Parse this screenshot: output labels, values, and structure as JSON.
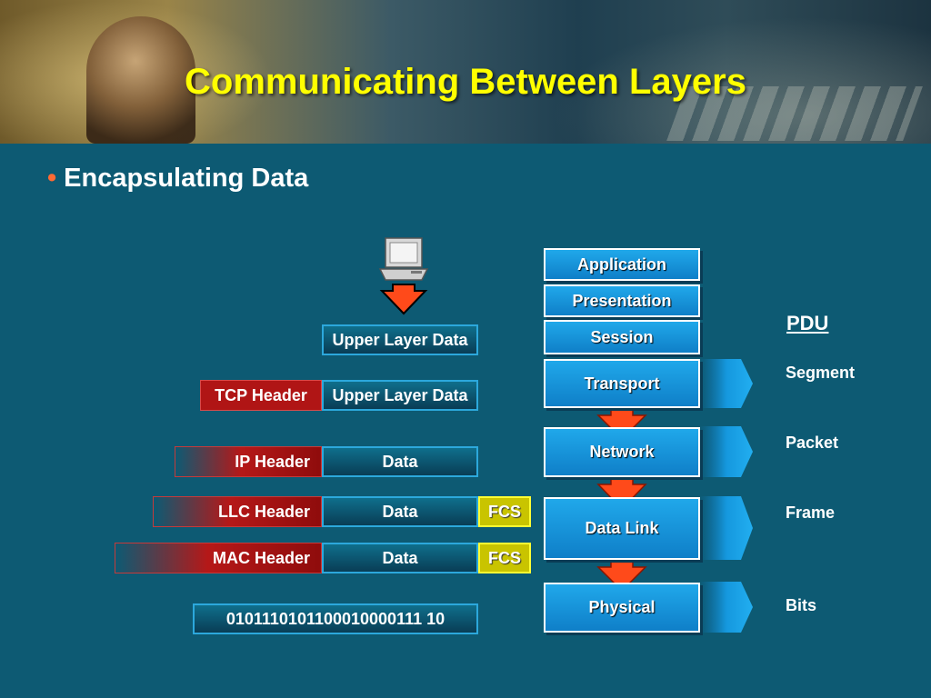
{
  "title": "Communicating Between Layers",
  "bullet": "Encapsulating Data",
  "encapsulation": {
    "upper_layer_data": "Upper Layer Data",
    "tcp_header": "TCP Header",
    "tcp_data": "Upper Layer Data",
    "ip_header": "IP Header",
    "ip_data": "Data",
    "llc_header": "LLC Header",
    "llc_data": "Data",
    "llc_fcs": "FCS",
    "mac_header": "MAC Header",
    "mac_data": "Data",
    "mac_fcs": "FCS",
    "bits": "0101110101100010000111 10"
  },
  "osi_layers": [
    "Application",
    "Presentation",
    "Session",
    "Transport",
    "Network",
    "Data Link",
    "Physical"
  ],
  "pdu": {
    "heading": "PDU",
    "segment": "Segment",
    "packet": "Packet",
    "frame": "Frame",
    "bits": "Bits"
  },
  "colors": {
    "background": "#0d5a73",
    "title": "#ffff00",
    "osi_box": "#1a9be0",
    "header_red": "#b51818",
    "fcs_yellow": "#c9c400",
    "arrow_red": "#ff4a1a"
  }
}
